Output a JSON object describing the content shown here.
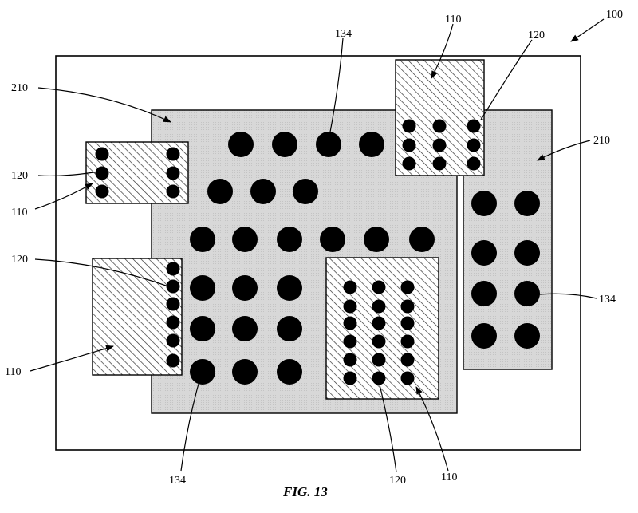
{
  "caption": "FIG. 13",
  "labels": {
    "ref_100": "100",
    "ref_210": "210",
    "ref_110": "110",
    "ref_120": "120",
    "ref_134": "134"
  },
  "colors": {
    "outline": "#000000",
    "region_fill": "#d6d6d6",
    "hatch": "#333333",
    "pad": "#000000",
    "background": "#ffffff"
  }
}
